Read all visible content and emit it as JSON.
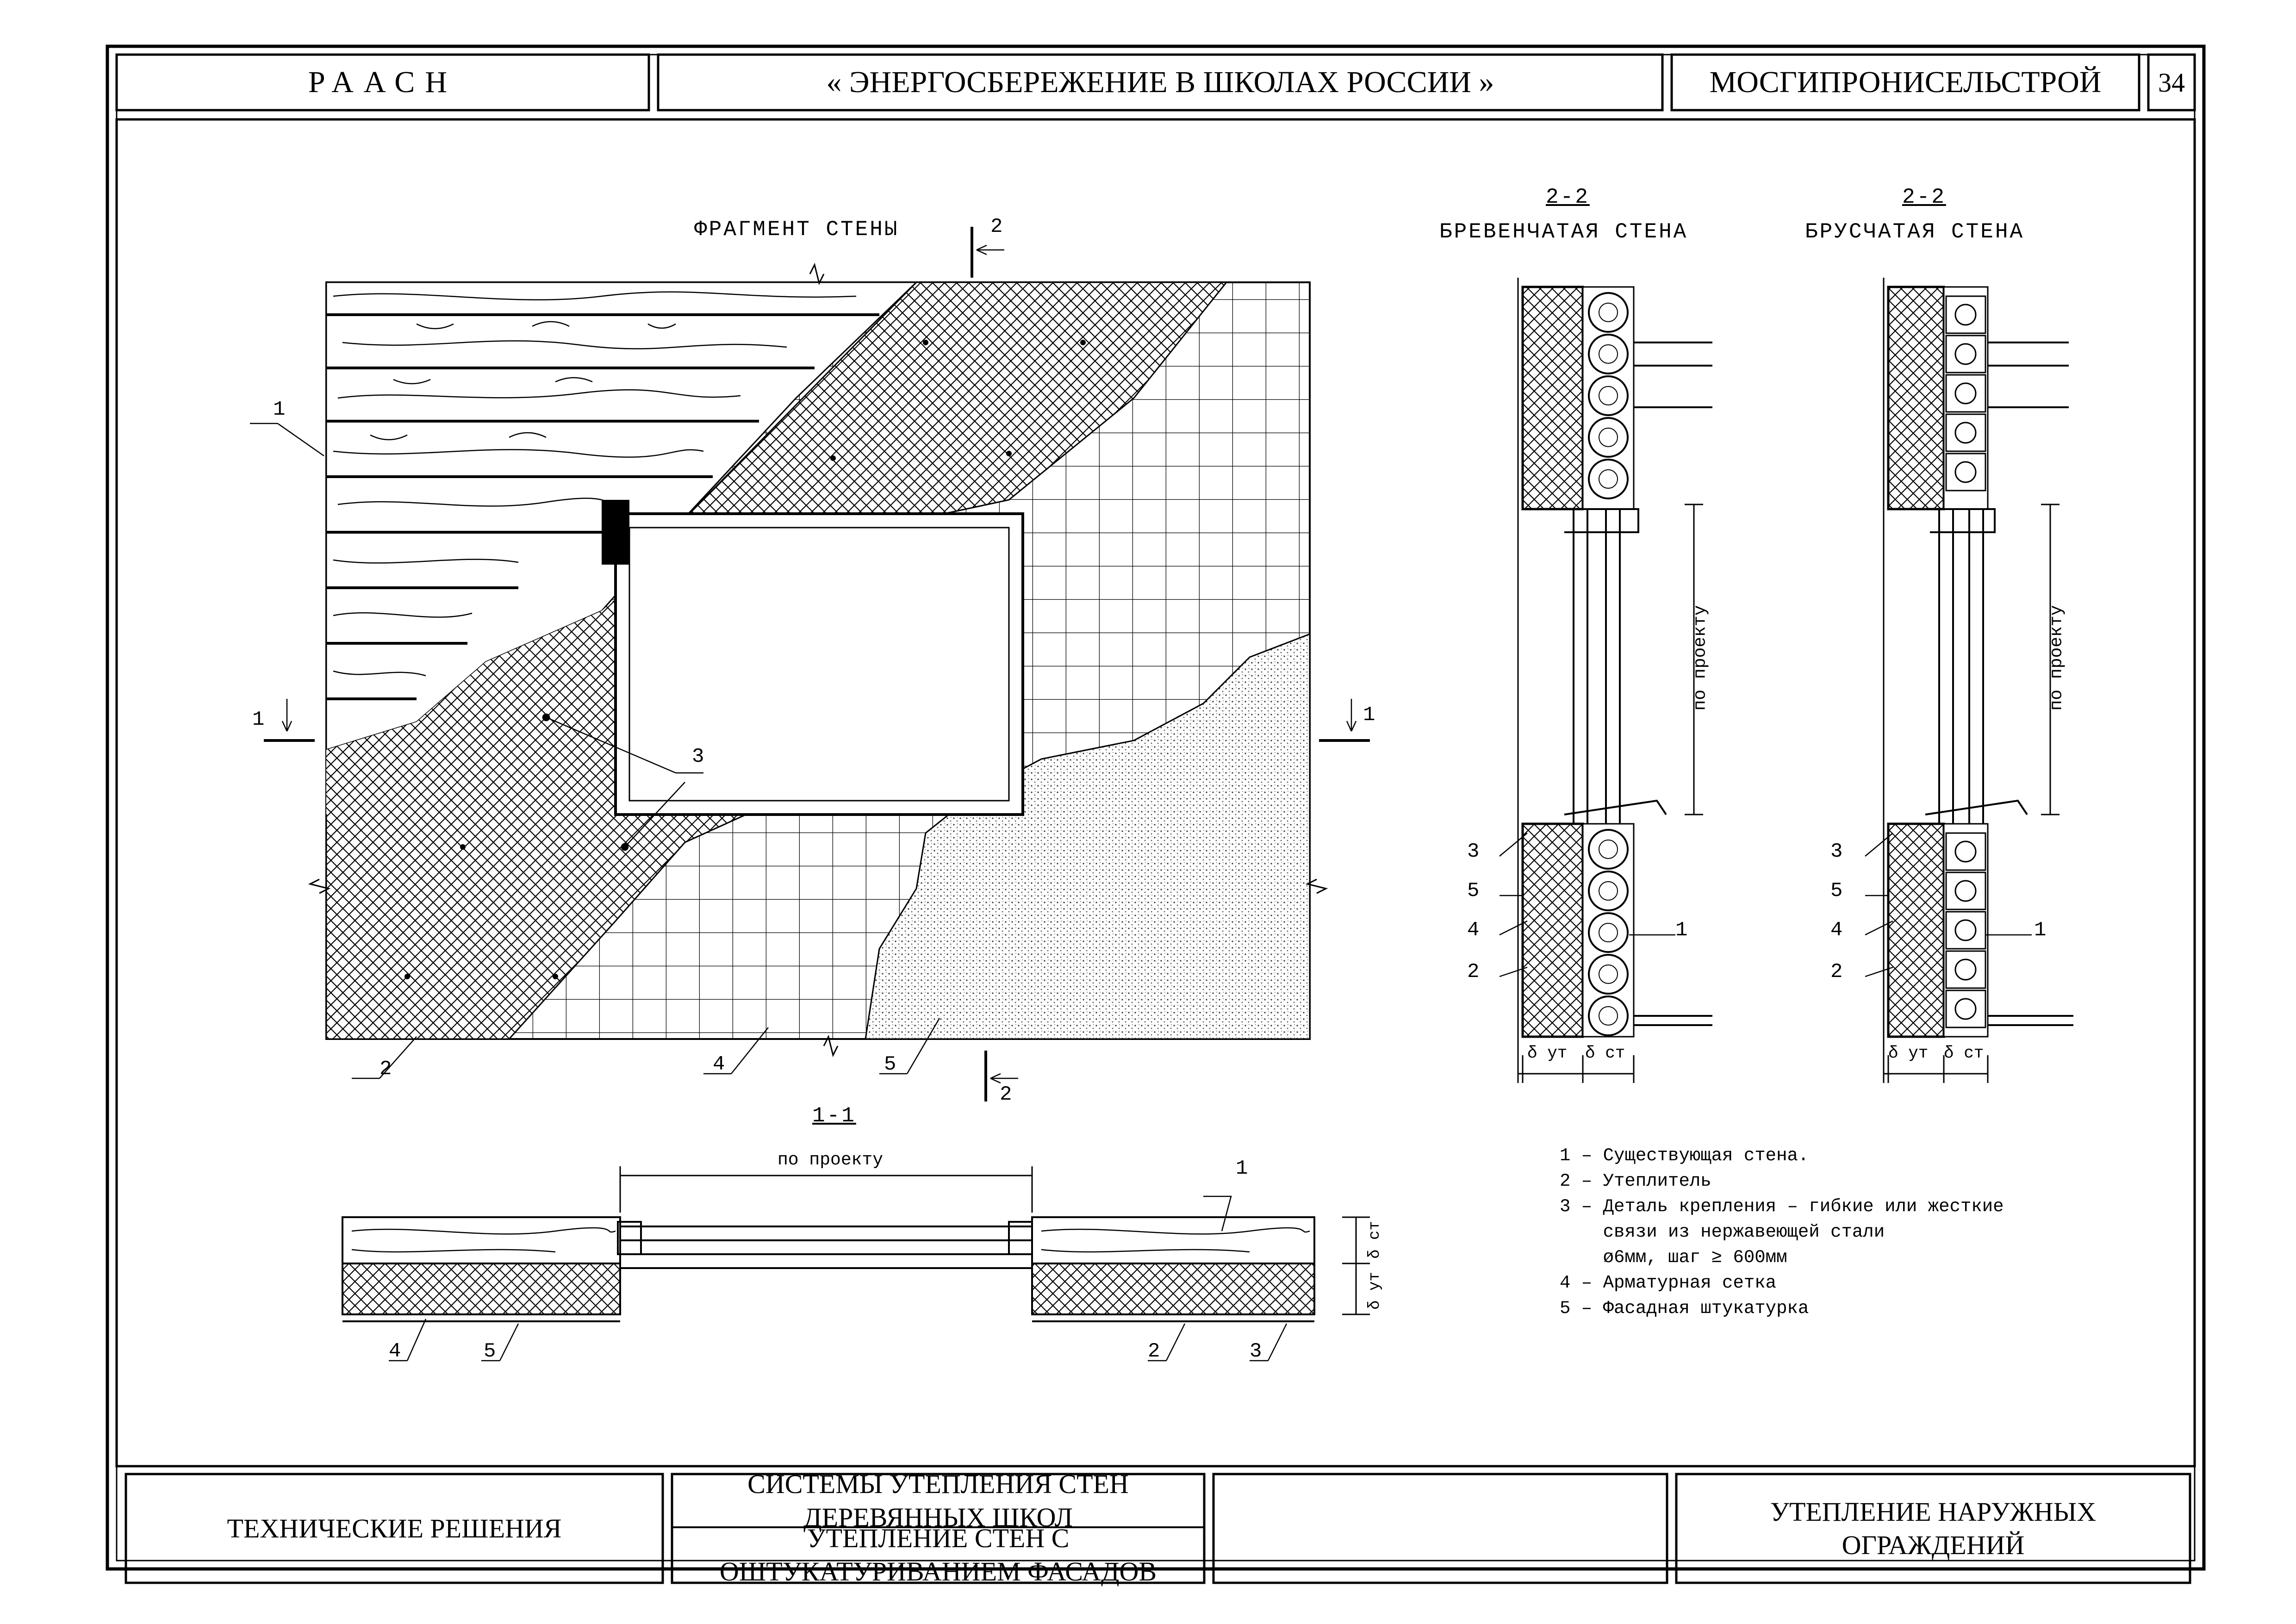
{
  "header": {
    "org": "РААСН",
    "project": "« ЭНЕРГОСБЕРЕЖЕНИЕ В ШКОЛАХ РОССИИ »",
    "institute": "МОСГИПРОНИСЕЛЬСТРОЙ",
    "sheet_number": "34"
  },
  "footer": {
    "category": "ТЕХНИЧЕСКИЕ РЕШЕНИЯ",
    "system": "СИСТЕМЫ УТЕПЛЕНИЯ СТЕН ДЕРЕВЯННЫХ ШКОЛ",
    "solution": "УТЕПЛЕНИЕ СТЕН С ОШТУКАТУРИВАНИЕМ ФАСАДОВ",
    "section": "УТЕПЛЕНИЕ НАРУЖНЫХ ОГРАЖДЕНИЙ"
  },
  "views": {
    "fragment_title": "ФРАГМЕНТ СТЕНЫ",
    "section22_code_a": "2-2",
    "section22_title_a": "БРЕВЕНЧАТАЯ СТЕНА",
    "section22_code_b": "2-2",
    "section22_title_b": "БРУСЧАТАЯ СТЕНА",
    "section11_code": "1-1"
  },
  "markers": {
    "cut_2": "2",
    "cut_1": "1"
  },
  "dims": {
    "by_project": "по проекту",
    "delta_ut": "δ ут",
    "delta_st": "δ ст"
  },
  "callouts": [
    "1",
    "2",
    "3",
    "4",
    "5"
  ],
  "legend": [
    "1 – Существующая стена.",
    "2 – Утеплитель",
    "3 – Деталь крепления – гибкие или жесткие",
    "    связи из нержавеющей стали",
    "    ø6мм, шаг ≥ 600мм",
    "4 – Арматурная сетка",
    "5 – Фасадная штукатурка"
  ]
}
